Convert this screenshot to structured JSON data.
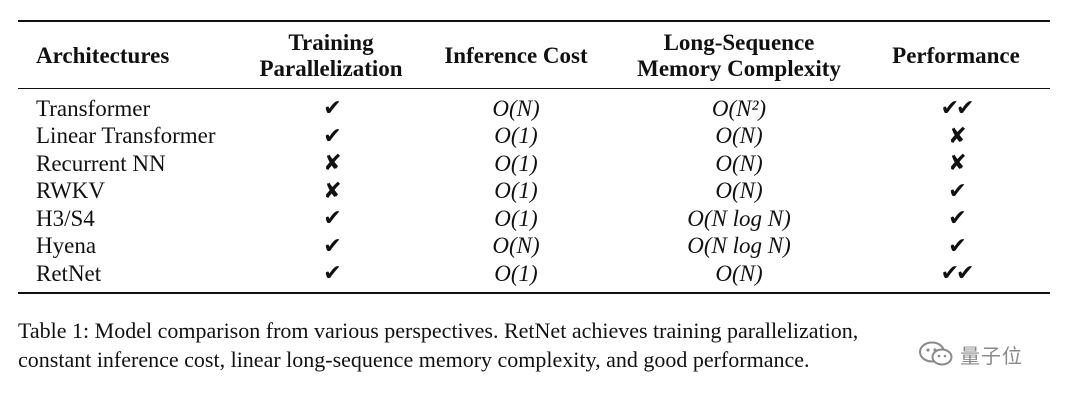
{
  "table": {
    "headers": [
      [
        "Architectures"
      ],
      [
        "Training",
        "Parallelization"
      ],
      [
        "Inference Cost"
      ],
      [
        "Long-Sequence",
        "Memory Complexity"
      ],
      [
        "Performance"
      ]
    ],
    "rows": [
      [
        "Transformer",
        "✔",
        "O(N)",
        "O(N²)",
        "✔✔"
      ],
      [
        "Linear Transformer",
        "✔",
        "O(1)",
        "O(N)",
        "✘"
      ],
      [
        "Recurrent NN",
        "✘",
        "O(1)",
        "O(N)",
        "✘"
      ],
      [
        "RWKV",
        "✘",
        "O(1)",
        "O(N)",
        "✔"
      ],
      [
        "H3/S4",
        "✔",
        "O(1)",
        "O(N log N)",
        "✔"
      ],
      [
        "Hyena",
        "✔",
        "O(N)",
        "O(N log N)",
        "✔"
      ],
      [
        "RetNet",
        "✔",
        "O(1)",
        "O(N)",
        "✔✔"
      ]
    ]
  },
  "caption": {
    "line1": "Table 1: Model comparison from various perspectives. RetNet achieves training parallelization,",
    "line2": "constant inference cost, linear long-sequence memory complexity, and good performance."
  },
  "watermark": {
    "text": "量子位",
    "icon": "wechat-icon"
  }
}
